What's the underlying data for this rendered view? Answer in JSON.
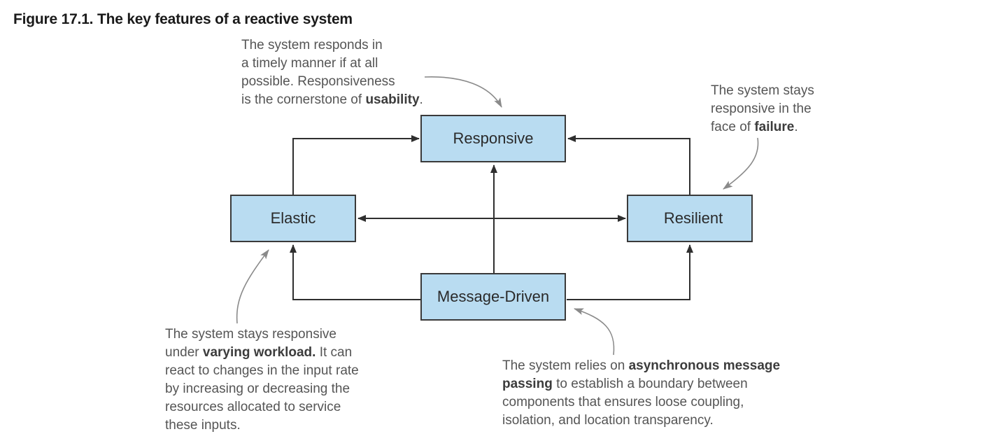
{
  "caption": "Figure 17.1. The key features of a reactive system",
  "colors": {
    "node_fill": "#b9dcf1",
    "node_stroke": "#3a3a3a",
    "edge": "#2f2f2f",
    "callout": "#8a8a8a"
  },
  "nodes": {
    "responsive": "Responsive",
    "elastic": "Elastic",
    "resilient": "Resilient",
    "message_driven": "Message-Driven"
  },
  "notes": {
    "responsive": {
      "l1": "The system responds in",
      "l2": "a timely manner if at all",
      "l3": "possible. Responsiveness",
      "l4_a": "is the cornerstone of ",
      "l4_b": "usability",
      "l4_c": "."
    },
    "resilient": {
      "l1": "The system stays",
      "l2": "responsive in the",
      "l3_a": "face of ",
      "l3_b": "failure",
      "l3_c": "."
    },
    "elastic": {
      "l1": "The system stays responsive",
      "l2_a": "under ",
      "l2_b": "varying workload.",
      "l2_c": " It can",
      "l3": "react to changes in the input rate",
      "l4": "by increasing or decreasing the",
      "l5": "resources allocated to service",
      "l6": "these inputs."
    },
    "message_driven": {
      "l1_a": "The system relies on ",
      "l1_b": "asynchronous message",
      "l2_a": "passing",
      "l2_b": " to establish a boundary between",
      "l3": "components that ensures loose coupling,",
      "l4": "isolation, and location transparency."
    }
  }
}
